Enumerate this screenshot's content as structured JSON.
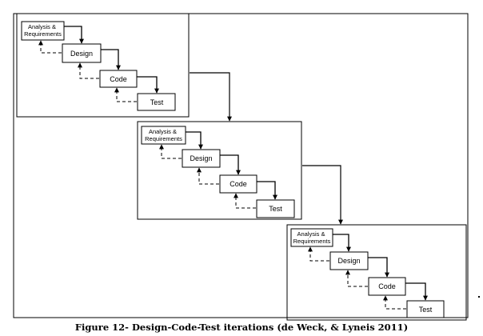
{
  "caption": "Figure 12- Design-Code-Test iterations (de Weck, & Lyneis 2011)",
  "iterations": [
    {
      "stages": [
        {
          "lines": [
            "Analysis &",
            "Requirements"
          ]
        },
        {
          "lines": [
            "Design"
          ]
        },
        {
          "lines": [
            "Code"
          ]
        },
        {
          "lines": [
            "Test"
          ]
        }
      ]
    },
    {
      "stages": [
        {
          "lines": [
            "Analysis &",
            "Requirements"
          ]
        },
        {
          "lines": [
            "Design"
          ]
        },
        {
          "lines": [
            "Code"
          ]
        },
        {
          "lines": [
            "Test"
          ]
        }
      ]
    },
    {
      "stages": [
        {
          "lines": [
            "Analysis &",
            "Requirements"
          ]
        },
        {
          "lines": [
            "Design"
          ]
        },
        {
          "lines": [
            "Code"
          ]
        },
        {
          "lines": [
            "Test"
          ]
        }
      ]
    }
  ]
}
